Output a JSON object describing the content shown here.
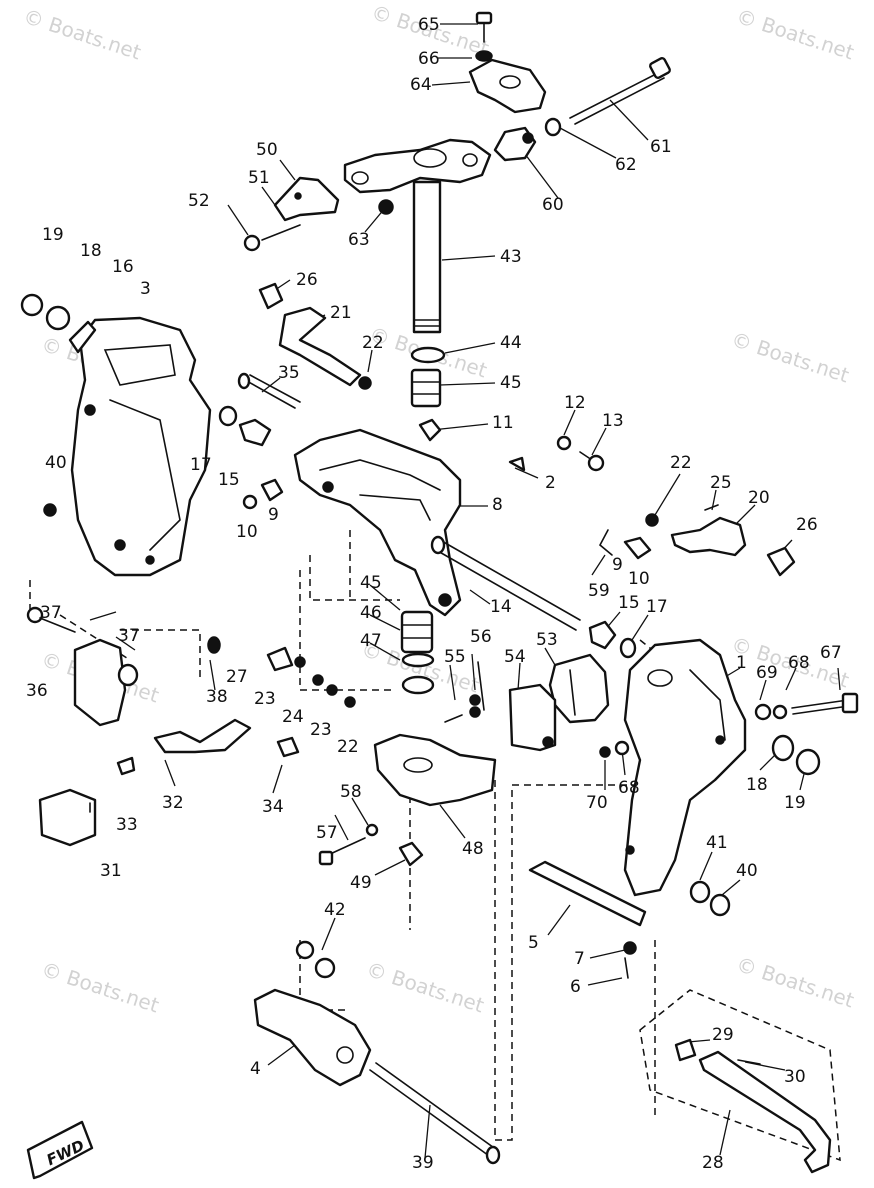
{
  "watermark": "© Boats.net",
  "fwd_label": "FWD",
  "parts": [
    {
      "num": "65"
    },
    {
      "num": "66"
    },
    {
      "num": "64"
    },
    {
      "num": "61"
    },
    {
      "num": "62"
    },
    {
      "num": "60"
    },
    {
      "num": "50"
    },
    {
      "num": "51"
    },
    {
      "num": "52"
    },
    {
      "num": "63"
    },
    {
      "num": "43"
    },
    {
      "num": "19"
    },
    {
      "num": "18"
    },
    {
      "num": "16"
    },
    {
      "num": "3"
    },
    {
      "num": "26"
    },
    {
      "num": "21"
    },
    {
      "num": "22"
    },
    {
      "num": "44"
    },
    {
      "num": "35"
    },
    {
      "num": "45"
    },
    {
      "num": "12"
    },
    {
      "num": "13"
    },
    {
      "num": "11"
    },
    {
      "num": "40"
    },
    {
      "num": "17"
    },
    {
      "num": "15"
    },
    {
      "num": "2"
    },
    {
      "num": "9"
    },
    {
      "num": "10"
    },
    {
      "num": "8"
    },
    {
      "num": "22"
    },
    {
      "num": "25"
    },
    {
      "num": "20"
    },
    {
      "num": "26"
    },
    {
      "num": "9"
    },
    {
      "num": "10"
    },
    {
      "num": "59"
    },
    {
      "num": "45"
    },
    {
      "num": "14"
    },
    {
      "num": "15"
    },
    {
      "num": "17"
    },
    {
      "num": "46"
    },
    {
      "num": "37"
    },
    {
      "num": "37"
    },
    {
      "num": "47"
    },
    {
      "num": "56"
    },
    {
      "num": "53"
    },
    {
      "num": "55"
    },
    {
      "num": "54"
    },
    {
      "num": "67"
    },
    {
      "num": "68"
    },
    {
      "num": "69"
    },
    {
      "num": "1"
    },
    {
      "num": "36"
    },
    {
      "num": "38"
    },
    {
      "num": "27"
    },
    {
      "num": "23"
    },
    {
      "num": "24"
    },
    {
      "num": "23"
    },
    {
      "num": "22"
    },
    {
      "num": "70"
    },
    {
      "num": "68"
    },
    {
      "num": "18"
    },
    {
      "num": "19"
    },
    {
      "num": "32"
    },
    {
      "num": "34"
    },
    {
      "num": "58"
    },
    {
      "num": "33"
    },
    {
      "num": "57"
    },
    {
      "num": "48"
    },
    {
      "num": "41"
    },
    {
      "num": "40"
    },
    {
      "num": "31"
    },
    {
      "num": "49"
    },
    {
      "num": "42"
    },
    {
      "num": "5"
    },
    {
      "num": "7"
    },
    {
      "num": "6"
    },
    {
      "num": "4"
    },
    {
      "num": "29"
    },
    {
      "num": "30"
    },
    {
      "num": "39"
    },
    {
      "num": "28"
    }
  ]
}
